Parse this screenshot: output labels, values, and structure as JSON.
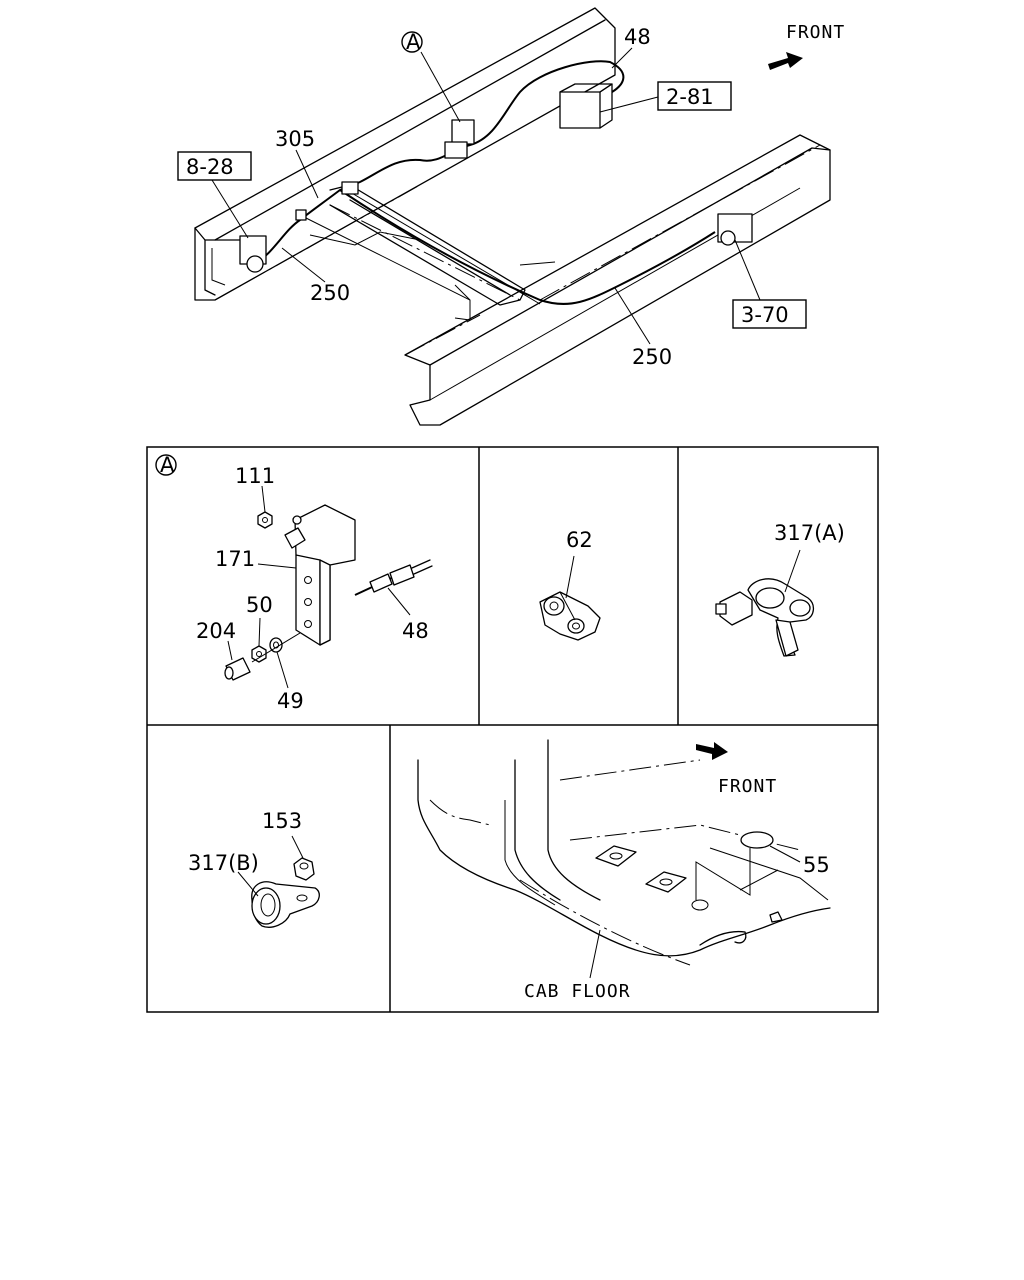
{
  "callouts": {
    "front_top": "FRONT",
    "ref_a_top": "A",
    "p48_top": "48",
    "ref_2_81": "2-81",
    "p305": "305",
    "ref_8_28": "8-28",
    "p250_left": "250",
    "ref_3_70": "3-70",
    "p250_right": "250"
  },
  "detail_a": {
    "circle": "A",
    "p111": "111",
    "p171": "171",
    "p50": "50",
    "p204": "204",
    "p48": "48",
    "p49": "49"
  },
  "detail_62": {
    "p62": "62"
  },
  "detail_317a": {
    "p317a": "317(A)"
  },
  "detail_317b": {
    "p153": "153",
    "p317b": "317(B)"
  },
  "detail_cab": {
    "front": "FRONT",
    "p55": "55",
    "cab_floor": "CAB FLOOR"
  }
}
